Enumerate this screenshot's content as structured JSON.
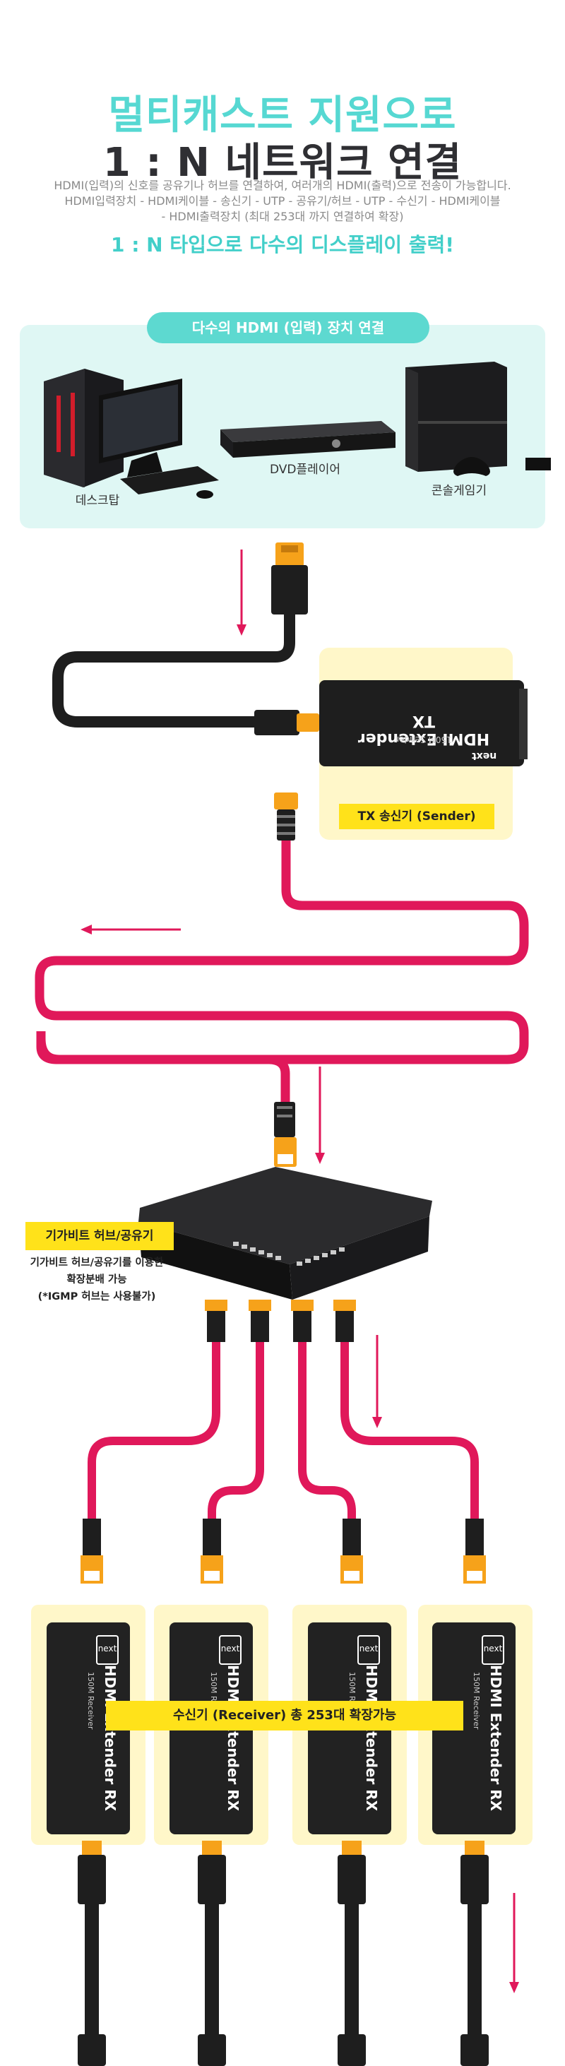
{
  "title": {
    "line1": "멀티캐스트 지원으로",
    "line2": "1 : N 네트워크 연결"
  },
  "description": [
    "HDMI(입력)의 신호를 공유기나 허브를 연결하여, 여러개의 HDMI(출력)으로 전송이 가능합니다.",
    "HDMI입력장치 - HDMI케이블 - 송신기 - UTP - 공유기/허브 - UTP - 수신기 - HDMI케이블",
    "- HDMI출력장치 (최대 253대 까지 연결하여 확장)"
  ],
  "subheading": "1 : N 타입으로 다수의 디스플레이 출력!",
  "input_panel": {
    "pill": "다수의 HDMI (입력) 장치 연결",
    "devices": [
      "데스크탑",
      "DVD플레이어",
      "콘솔게임기"
    ]
  },
  "transmitter": {
    "label": "TX 송신기 (Sender)",
    "device_text": "HDMI Extender TX",
    "device_sub": "150M Sender",
    "logo": "next"
  },
  "hub": {
    "label": "기가비트 허브/공유기",
    "note": [
      "기가비트 허브/공유기를 이용한",
      "확장분배 가능",
      "(*IGMP 허브는 사용불가)"
    ]
  },
  "receivers": {
    "label": "수신기 (Receiver) 총 253대 확장가능",
    "device_text": "HDMI Extender RX",
    "device_sub": "150M Receiver",
    "logo": "next",
    "count": 4
  },
  "colors": {
    "teal": "#56d8d2",
    "dark": "#2f2f33",
    "cable_red": "#e0185a",
    "cable_black": "#1e1e1e",
    "gold": "#f6a21a",
    "yellow": "#ffe21a",
    "panel": "#dff7f4"
  }
}
